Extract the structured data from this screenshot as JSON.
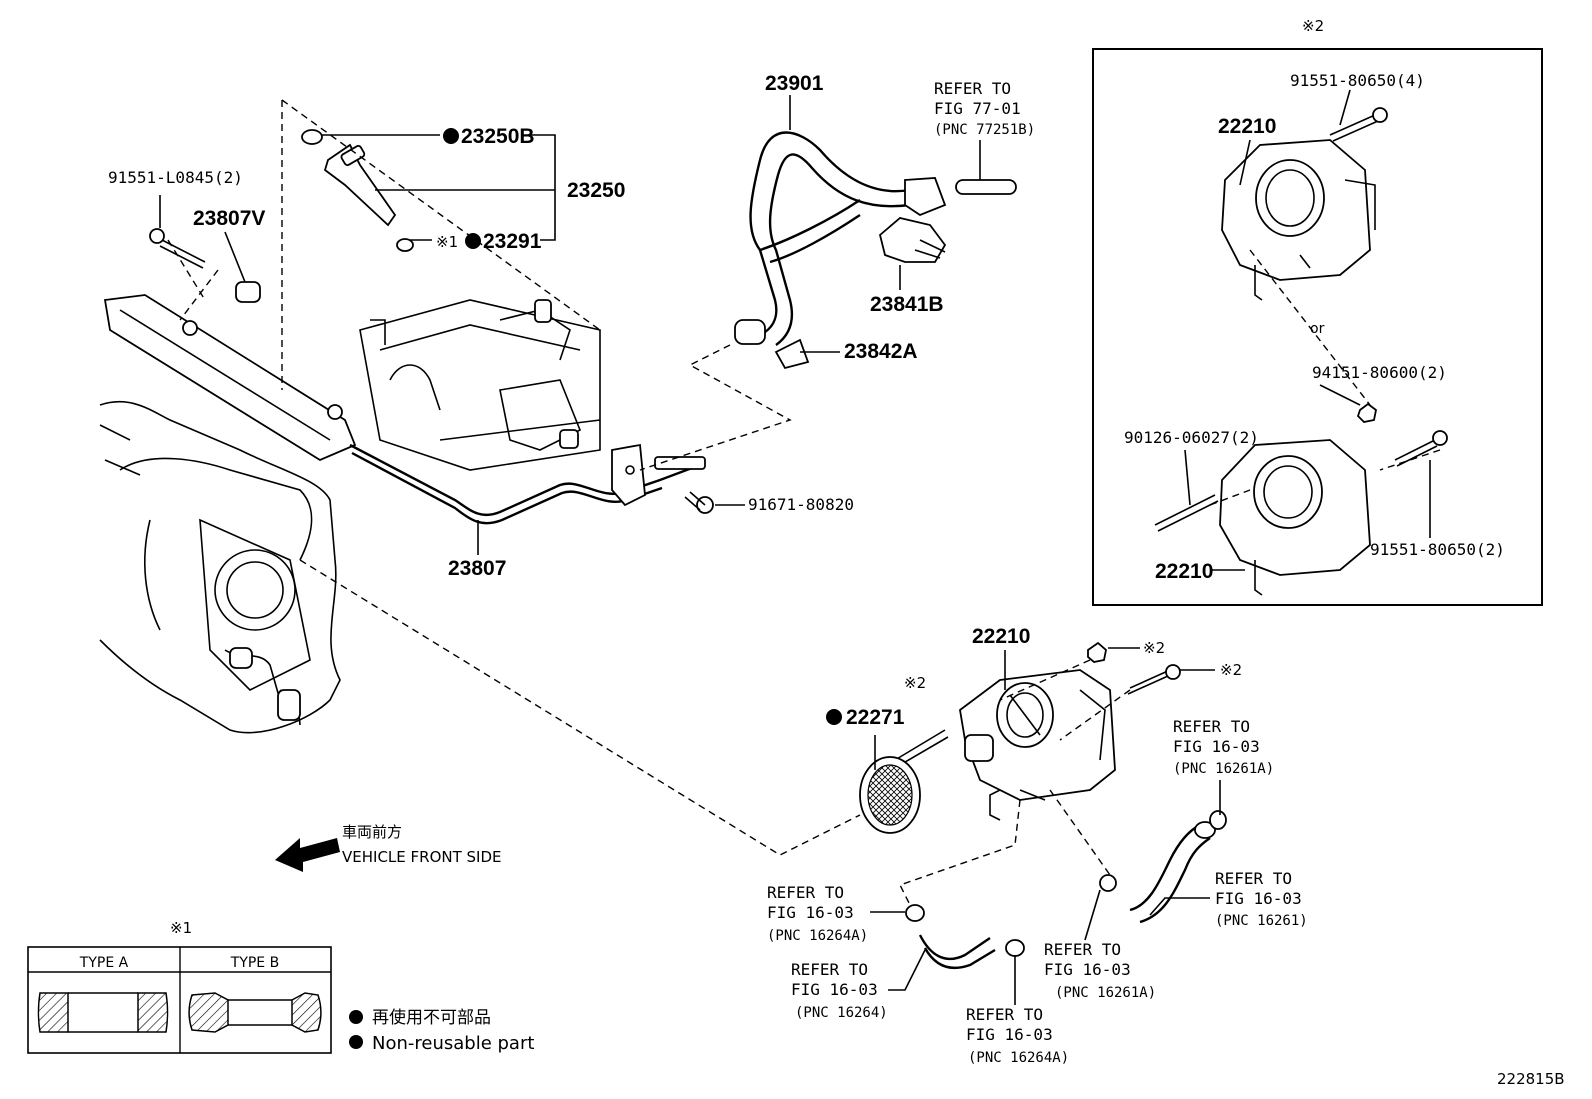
{
  "parts": {
    "p23250B": "23250B",
    "p23250": "23250",
    "p23291": "23291",
    "p23901": "23901",
    "p23841B": "23841B",
    "p23842A": "23842A",
    "p91551L": "91551-L0845(2)",
    "p23807V": "23807V",
    "p91671": "91671-80820",
    "p23807": "23807",
    "p22210a": "22210",
    "p22210b": "22210",
    "p22210c": "22210",
    "p22271": "22271",
    "p91551_4": "91551-80650(4)",
    "p94151": "94151-80600(2)",
    "p90126": "90126-06027(2)",
    "p91551_2": "91551-80650(2)"
  },
  "marks": {
    "note1": "※1",
    "note2": "※2",
    "or": "or",
    "bullet": "●"
  },
  "refs": {
    "r77": [
      "REFER TO",
      "FIG 77-01",
      "(PNC 77251B)"
    ],
    "r16261A_top": [
      "REFER TO",
      "FIG 16-03",
      "(PNC 16261A)"
    ],
    "r16261": [
      "REFER TO",
      "FIG 16-03",
      "(PNC 16261)"
    ],
    "r16264A_left": [
      "REFER TO",
      "FIG 16-03",
      "(PNC 16264A)"
    ],
    "r16264": [
      "REFER TO",
      "FIG 16-03",
      "(PNC 16264)"
    ],
    "r16264A_bottom": [
      "REFER TO",
      "FIG 16-03",
      "(PNC 16264A)"
    ],
    "r16261A_bottom": [
      "REFER TO",
      "FIG 16-03",
      "(PNC 16261A)"
    ]
  },
  "front": {
    "jp": "車両前方",
    "en": "VEHICLE FRONT SIDE"
  },
  "type_table": {
    "note": "※1",
    "headers": [
      "TYPE A",
      "TYPE B"
    ]
  },
  "legend": {
    "jp": "再使用不可部品",
    "en": "Non-reusable part"
  },
  "figure_id": "222815B"
}
